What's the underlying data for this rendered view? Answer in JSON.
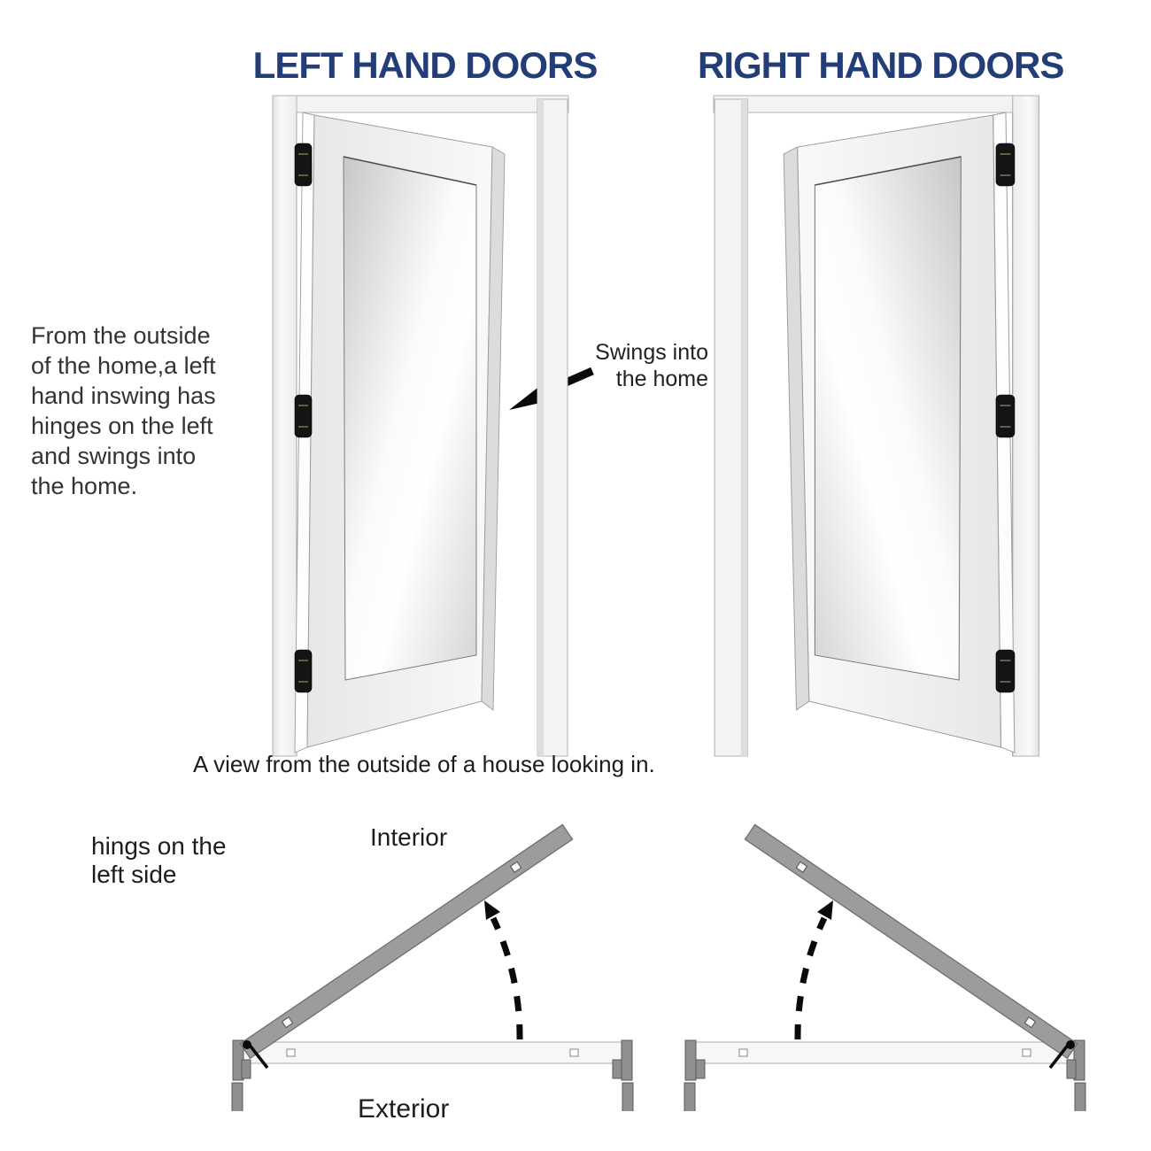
{
  "titles": {
    "left": "LEFT HAND DOORS",
    "right": "RIGHT HAND DOORS"
  },
  "left_note": "From the outside\nof the home,a left\nhand inswing has\nhinges on the left\nand swings into\nthe home.",
  "swing_annotation": "Swings into\nthe home",
  "caption": "A view from the outside of a house looking in.",
  "bottom_section": {
    "hinge_note": "hings on the\nleft side",
    "interior_label": "Interior",
    "exterior_label": "Exterior"
  },
  "icons": {
    "swing_arrow": "thick black arrow pointing down-left toward left door opening",
    "rotation_arc": "dashed arc arrow showing door swing direction",
    "hinge": "black door hinge"
  },
  "colors": {
    "title_navy": "#223d78",
    "body_text": "#333333",
    "door_slab_white": "#f1f1f1",
    "frame_white": "#f3f3f3",
    "glass_gray": "#cccccc",
    "plan_door_gray": "#9c9c9c",
    "plan_frame_light": "#f7f7f7",
    "hinge_black": "#111111",
    "arrow_black": "#0a0a0a"
  }
}
